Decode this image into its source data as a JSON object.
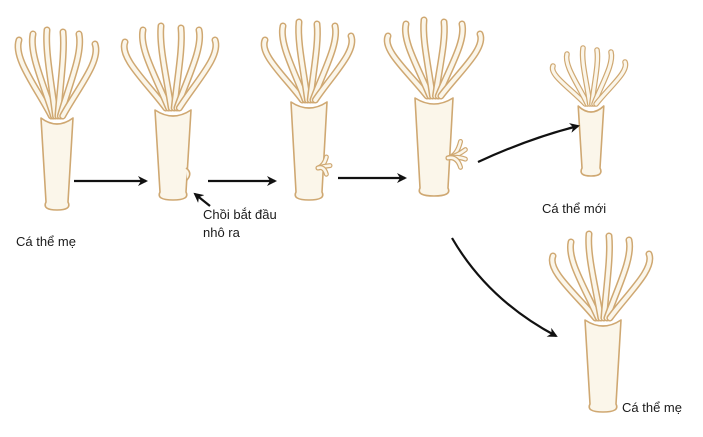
{
  "labels": {
    "mother_left": "Cá thể mẹ",
    "bud_start_line1": "Chồi bắt đầu",
    "bud_start_line2": "nhô ra",
    "new_individual": "Cá thể mới",
    "mother_right": "Cá thể mẹ"
  },
  "colors": {
    "outline": "#cfa872",
    "fill": "#fbf6ea",
    "arrow": "#111111"
  }
}
